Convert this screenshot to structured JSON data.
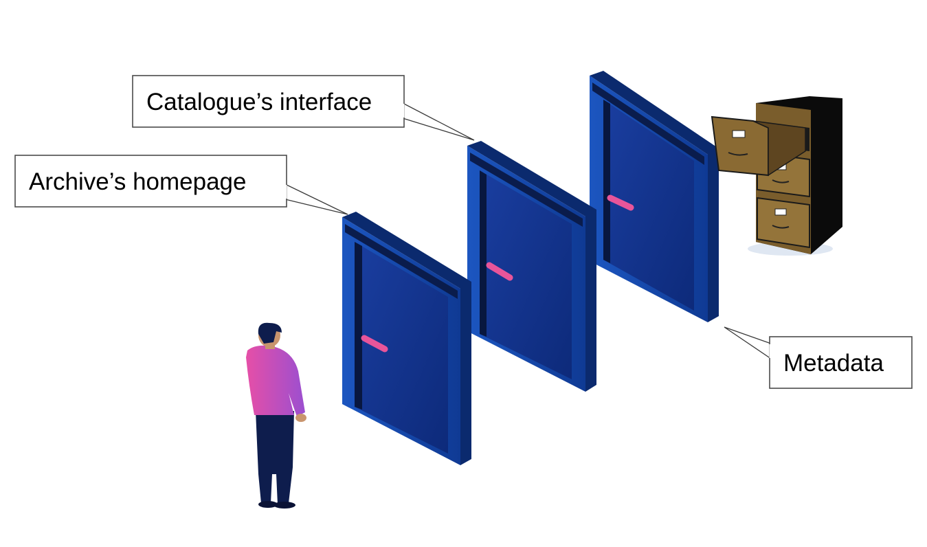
{
  "labels": {
    "archive_homepage": "Archive’s homepage",
    "catalogue_interface": "Catalogue’s interface",
    "metadata": "Metadata"
  },
  "colors": {
    "door_front": "#0f2f86",
    "door_frame": "#1446a3",
    "door_frame_shadow": "#0a1f52",
    "door_handle": "#e8559a",
    "shirt": "#d64fb3",
    "trousers": "#0e1d4d",
    "cabinet_body": "#0b0b0b",
    "drawer": "#8a6a33"
  },
  "icons": [
    "person-icon",
    "door-icon",
    "filing-cabinet-icon"
  ]
}
